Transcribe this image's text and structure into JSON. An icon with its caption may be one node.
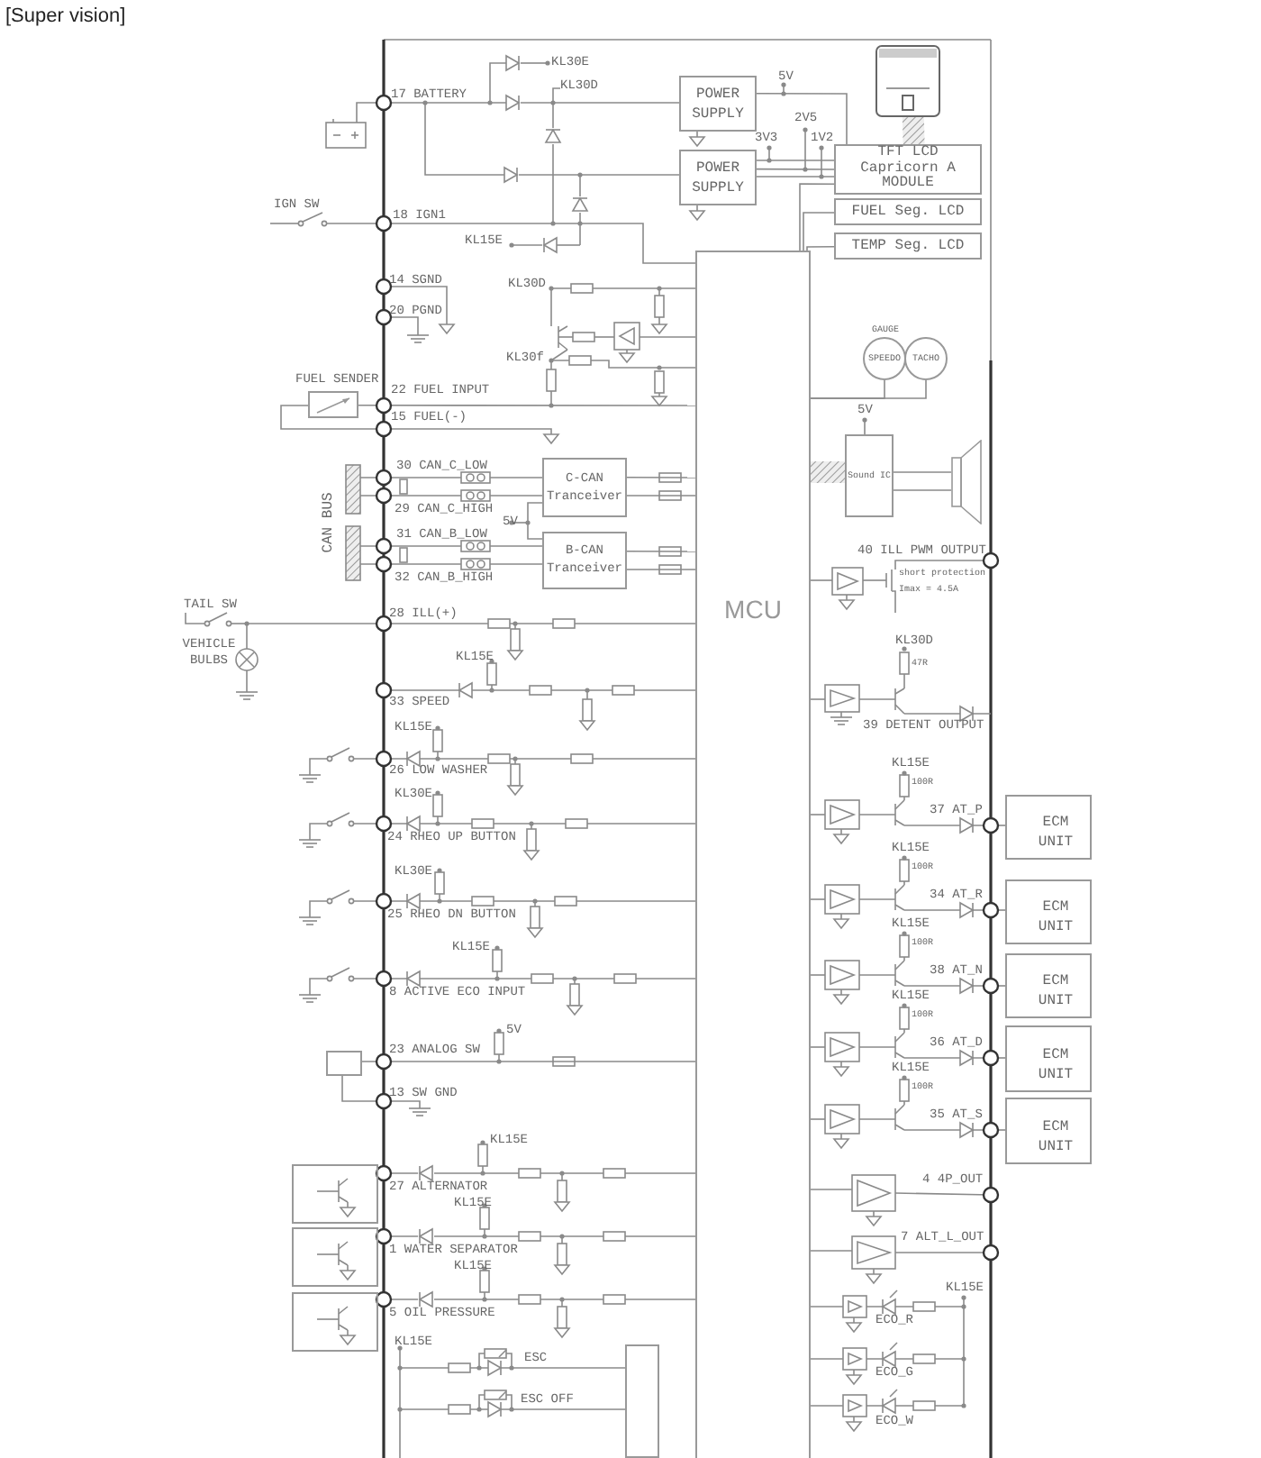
{
  "diagram": {
    "title": "[Super vision]",
    "nodes": [
      {
        "text": [
          "POWER SUPPLY"
        ]
      },
      {
        "text": [
          "POWER SUPPLY"
        ]
      },
      {
        "text": [],
        "shape": "picture"
      },
      {
        "text": [
          "TFT LCD Capricorn A MODULE"
        ]
      },
      {
        "text": [
          "FUEL Seg. LCD"
        ]
      },
      {
        "text": [
          "TEMP Seg. LCD"
        ]
      },
      {
        "text": [
          "MCU"
        ]
      },
      {
        "text": [
          "FUEL SENDER"
        ]
      },
      {
        "text": [
          "C-CAN Tranceiver"
        ]
      },
      {
        "text": [
          "B-CAN Tranceiver"
        ]
      },
      {
        "text": [
          "SPEEDO"
        ]
      },
      {
        "text": [
          "TACHO"
        ]
      },
      {
        "text": [
          "Sound IC"
        ]
      },
      {
        "text": [],
        "shape": "speaker"
      },
      {
        "text": [
          "ECM UNIT"
        ]
      },
      {
        "text": [
          "ECM UNIT"
        ]
      },
      {
        "text": [
          "ECM UNIT"
        ]
      },
      {
        "text": [
          "ECM UNIT"
        ]
      },
      {
        "text": [
          "ECM UNIT"
        ]
      },
      {
        "text": [],
        "shape": "box"
      },
      {
        "text": [],
        "shape": "box"
      },
      {
        "text": [],
        "shape": "box"
      },
      {
        "text": [],
        "shape": "box"
      },
      {
        "text": [],
        "shape": "box"
      }
    ],
    "edges": [
      {
        "from": 0,
        "to": 3,
        "arrow": "none"
      },
      {
        "from": 1,
        "to": 3,
        "arrow": "none"
      },
      {
        "from": 2,
        "to": 3,
        "arrow": "none",
        "style": "thick"
      },
      {
        "from": 3,
        "to": 6,
        "arrow": "none"
      },
      {
        "from": 4,
        "to": 6,
        "arrow": "none"
      },
      {
        "from": 5,
        "to": 6,
        "arrow": "none"
      },
      {
        "from": 8,
        "to": 6,
        "arrow": "none"
      },
      {
        "from": 9,
        "to": 6,
        "arrow": "none"
      },
      {
        "from": 10,
        "to": 6,
        "arrow": "none"
      },
      {
        "from": 11,
        "to": 6,
        "arrow": "none"
      },
      {
        "from": 12,
        "to": 6,
        "arrow": "none",
        "style": "thick"
      },
      {
        "from": 12,
        "to": 13,
        "arrow": "none"
      },
      {
        "from": 7,
        "to": 6,
        "arrow": "none"
      },
      {
        "from": 23,
        "to": 6,
        "arrow": "none"
      },
      {
        "from": 8,
        "to": 9,
        "arrow": "none"
      },
      {
        "from": 1,
        "to": 3,
        "arrow": "none"
      },
      {
        "from": 1,
        "to": 3,
        "arrow": "none"
      },
      {
        "from": 8,
        "to": 6,
        "arrow": "none"
      },
      {
        "from": 9,
        "to": 6,
        "arrow": "none"
      },
      {
        "from": 12,
        "to": 13,
        "arrow": "none"
      }
    ],
    "labels": [
      "KL30E",
      "KL30D",
      "5V",
      "17 BATTERY",
      "2V5",
      "3V3",
      "1V2",
      "IGN SW",
      "18 IGN1",
      "KL15E",
      "KL30D",
      "14 SGND",
      "20 PGND",
      "KL30f",
      "GAUGE",
      "22 FUEL INPUT",
      "15 FUEL(-)",
      "5V",
      "30 CAN_C_LOW",
      "29 CAN_C_HIGH",
      "CAN BUS",
      "5V",
      "31 CAN_B_LOW",
      "32 CAN_B_HIGH",
      "40 ILL PWM OUTPUT",
      "short protection",
      "Imax = 4.5A",
      "TAIL SW",
      "28 ILL(+)",
      "VEHICLE BULBS",
      "KL30D",
      "47R",
      "KL15E",
      "33 SPEED",
      "39 DETENT OUTPUT",
      "KL15E",
      "26 LOW WASHER",
      "KL15E",
      "100R",
      "37 AT_P",
      "KL30E",
      "24 RHEO UP BUTTON",
      "KL15E",
      "100R",
      "34 AT_R",
      "KL30E",
      "25 RHEO DN BUTTON",
      "KL15E",
      "100R",
      "38 AT_N",
      "KL15E",
      "8 ACTIVE ECO INPUT",
      "KL15E",
      "100R",
      "36 AT_D",
      "5V",
      "23 ANALOG SW",
      "KL15E",
      "100R",
      "35 AT_S",
      "13 SW GND",
      "KL15E",
      "27 ALTERNATOR",
      "4 4P_OUT",
      "KL15E",
      "1 WATER SEPARATOR",
      "7 ALT_L_OUT",
      "KL15E",
      "5 OIL PRESSURE",
      "KL15E",
      "ECO_R",
      "KL15E",
      "ESC",
      "ECO_G",
      "ESC OFF",
      "ECO_W"
    ]
  }
}
